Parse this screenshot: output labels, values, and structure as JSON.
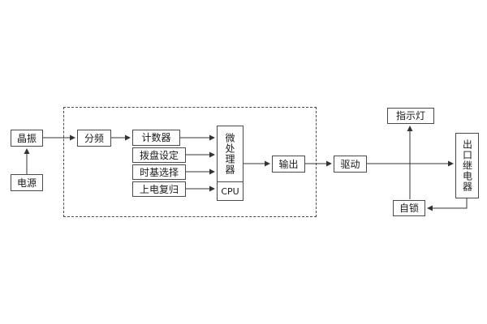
{
  "diagram": {
    "blocks": {
      "crystal": "晶振",
      "power": "电源",
      "divider": "分频",
      "counter": "计数器",
      "dial": "拨盘设定",
      "timebase": "时基选择",
      "reset": "上电复归",
      "mcu": "微处理器",
      "cpu": "CPU",
      "output": "输出",
      "drive": "驱动",
      "indicator": "指示灯",
      "relay": "出口继电器",
      "selflock": "自锁"
    },
    "line_color": "#333333",
    "border_color": "#4a4a4a"
  }
}
